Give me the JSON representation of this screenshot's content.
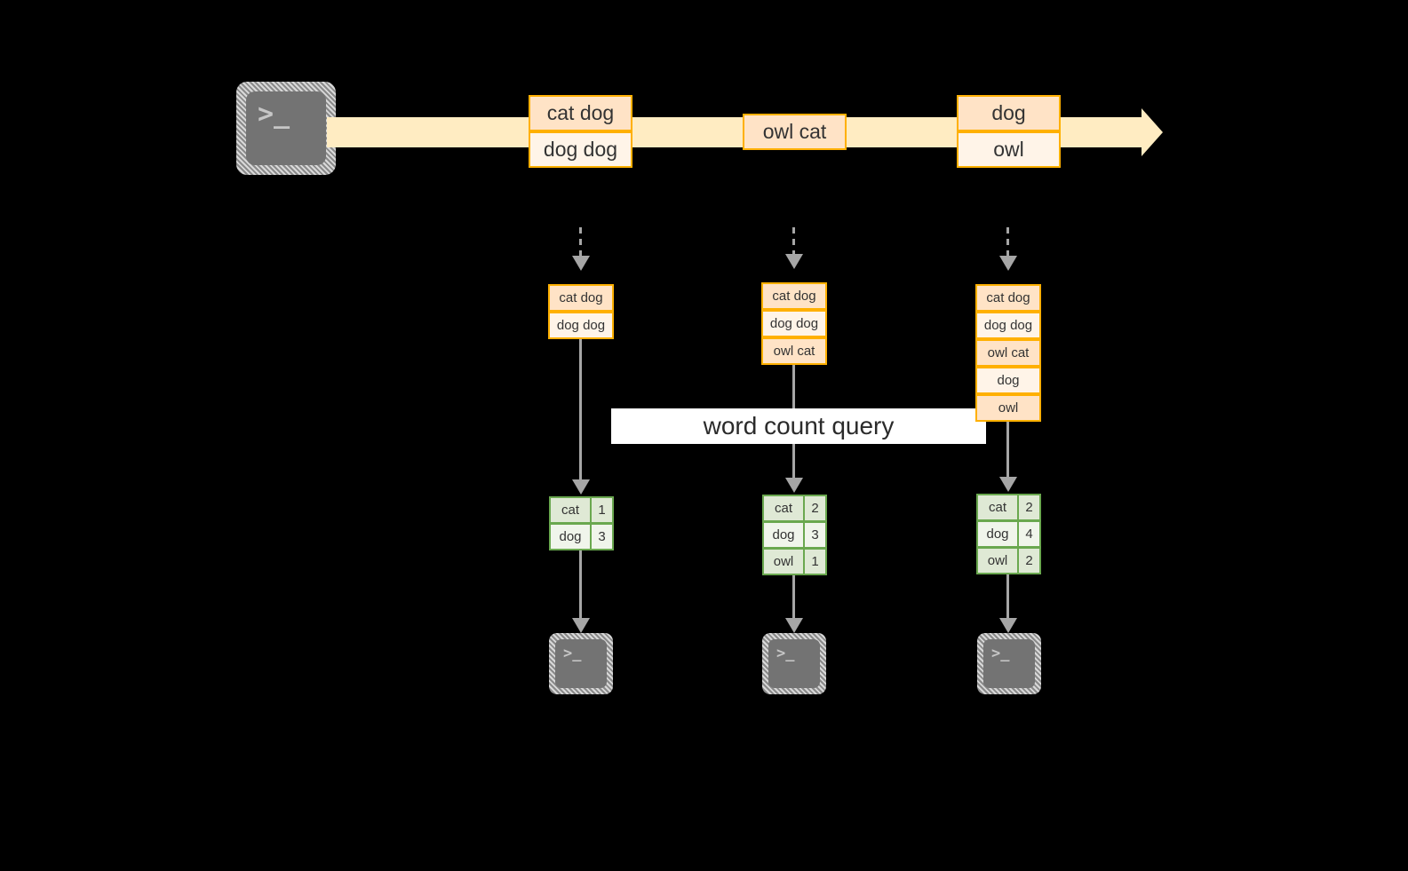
{
  "diagram": {
    "title_label": "word count query",
    "colors": {
      "background": "#000000",
      "stream_band": "#ffecc2",
      "message_border": "#ffb000",
      "message_fill_a": "#ffe3c6",
      "message_fill_b": "#fff4e8",
      "table_border": "#6aa84f",
      "table_fill_a": "#dfe9d5",
      "table_fill_b": "#f0f5eb",
      "connector": "#a6a6a6",
      "terminal_body": "#737373",
      "label_band": "#ffffff"
    },
    "source": {
      "icon": "terminal-icon",
      "glyph": ">_"
    },
    "stream": {
      "icon": "stream-arrow-icon",
      "messages": [
        {
          "lines": [
            "cat dog",
            "dog dog"
          ]
        },
        {
          "lines": [
            "owl cat"
          ]
        },
        {
          "lines": [
            "dog",
            "owl"
          ]
        }
      ]
    },
    "stages": [
      {
        "id": "stage-1",
        "buffer": [
          "cat dog",
          "dog dog"
        ],
        "counts": [
          {
            "word": "cat",
            "count": "1"
          },
          {
            "word": "dog",
            "count": "3"
          }
        ],
        "sink": {
          "icon": "terminal-icon",
          "glyph": ">_"
        }
      },
      {
        "id": "stage-2",
        "buffer": [
          "cat dog",
          "dog dog",
          "owl cat"
        ],
        "counts": [
          {
            "word": "cat",
            "count": "2"
          },
          {
            "word": "dog",
            "count": "3"
          },
          {
            "word": "owl",
            "count": "1"
          }
        ],
        "sink": {
          "icon": "terminal-icon",
          "glyph": ">_"
        }
      },
      {
        "id": "stage-3",
        "buffer": [
          "cat dog",
          "dog dog",
          "owl cat",
          "dog",
          "owl"
        ],
        "counts": [
          {
            "word": "cat",
            "count": "2"
          },
          {
            "word": "dog",
            "count": "4"
          },
          {
            "word": "owl",
            "count": "2"
          }
        ],
        "sink": {
          "icon": "terminal-icon",
          "glyph": ">_"
        }
      }
    ]
  }
}
